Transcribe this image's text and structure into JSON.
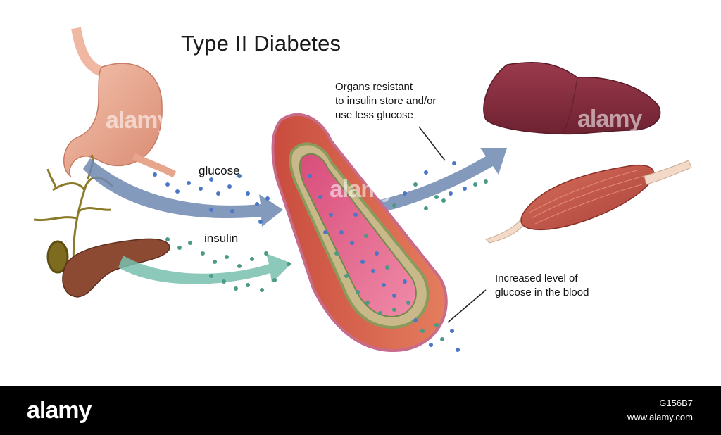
{
  "title": "Type II Diabetes",
  "labels": {
    "glucose": "glucose",
    "insulin": "insulin",
    "organs_line1": "Organs resistant",
    "organs_line2": "to insulin store and/or",
    "organs_line3": "use less glucose",
    "blood_line1": "Increased level of",
    "blood_line2": "glucose in the blood"
  },
  "watermark": "alamy",
  "footer": {
    "logo": "alamy",
    "image_id": "G156B7",
    "url": "www.alamy.com"
  },
  "colors": {
    "glucose_arrow": "#6f88b0",
    "insulin_arrow": "#78bfae",
    "glucose_dot": "#4b78c6",
    "insulin_dot": "#4a9a86"
  }
}
